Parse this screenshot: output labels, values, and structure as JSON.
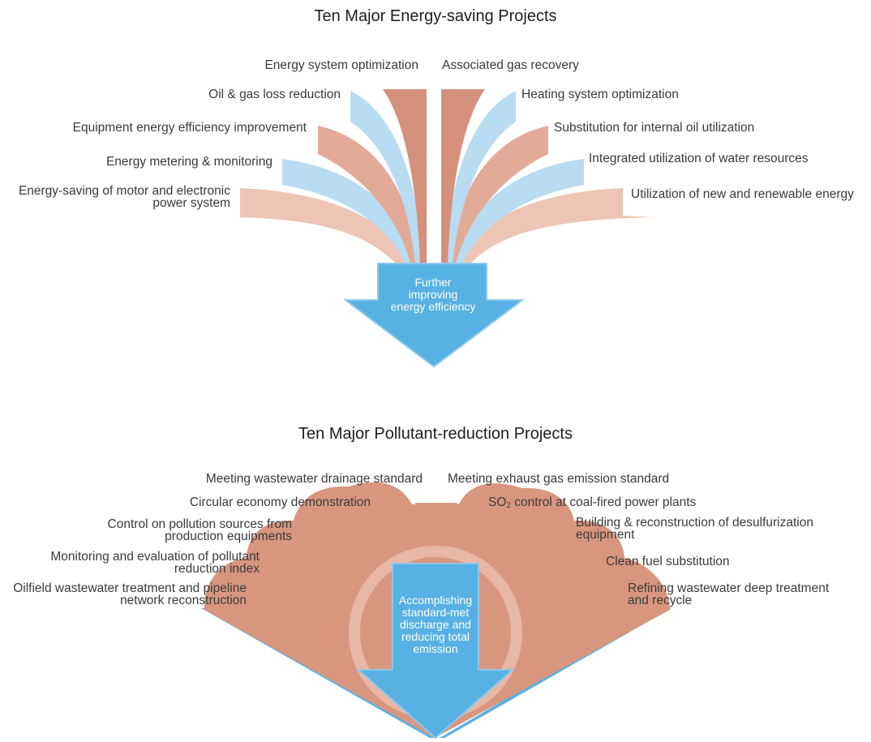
{
  "energy": {
    "title": "Ten Major Energy-saving Projects",
    "left_items": [
      "Energy system optimization",
      "Oil & gas loss reduction",
      "Equipment energy efficiency improvement",
      "Energy metering & monitoring",
      "Energy-saving of motor and electronic",
      "power system"
    ],
    "right_items": [
      "Associated gas recovery",
      "Heating system optimization",
      "Substitution for internal oil utilization",
      "Integrated utilization of water resources",
      "Utilization of new and renewable energy"
    ],
    "arrow_lines": [
      "Further",
      "improving",
      "energy efficiency"
    ]
  },
  "pollutant": {
    "title": "Ten Major Pollutant-reduction Projects",
    "left_items": [
      "Meeting wastewater drainage standard",
      "Circular economy demonstration",
      "Control on pollution sources from",
      "production equipments",
      "Monitoring and evaluation of pollutant",
      "reduction index",
      "Oilfield wastewater treatment and pipeline",
      "network reconstruction"
    ],
    "right_items": [
      "Meeting exhaust gas emission standard",
      "SO",
      "2",
      " control at coal-fired power plants",
      "Building & reconstruction of desulfurization",
      "equipment",
      "Clean fuel substitution",
      "Refining wastewater deep treatment",
      "and recycle"
    ],
    "arrow_lines": [
      "Accomplishing",
      "standard-met",
      "discharge and",
      "reducing total",
      "emission"
    ]
  },
  "colors": {
    "salmon_dark": "#d6917c",
    "salmon_mid": "#e2ab98",
    "salmon_light": "#edc4b6",
    "blue_light": "#b8dcf2",
    "arrow_blue": "#57b1e3",
    "flower": "#d9967f",
    "ring": "#e9b7a6"
  }
}
